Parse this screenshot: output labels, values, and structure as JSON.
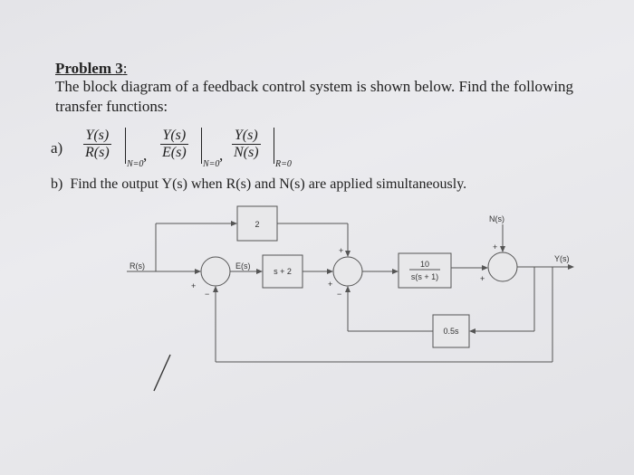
{
  "problem": {
    "title": "Problem 3",
    "colon": ":",
    "line1": "The block diagram of a feedback control system is shown below. Find the following",
    "line2": "transfer functions:"
  },
  "part_a": {
    "label": "a)",
    "fractions": [
      {
        "num": "Y(s)",
        "den": "R(s)",
        "cond": "N=0"
      },
      {
        "num": "Y(s)",
        "den": "E(s)",
        "cond": "N=0"
      },
      {
        "num": "Y(s)",
        "den": "N(s)",
        "cond": "R=0"
      }
    ],
    "separator": ","
  },
  "part_b": {
    "label": "b)",
    "text": "Find the output Y(s) when R(s) and N(s) are applied simultaneously."
  },
  "diagram": {
    "block_top": "2",
    "block_controller": "s + 2",
    "block_plant_num": "10",
    "block_plant_den": "s(s + 1)",
    "block_feedback": "0.5s",
    "input_label": "R(s)",
    "error_label": "E(s)",
    "noise_label": "N(s)",
    "output_label": "Y(s)",
    "sign_plus": "+",
    "sign_minus": "−"
  }
}
